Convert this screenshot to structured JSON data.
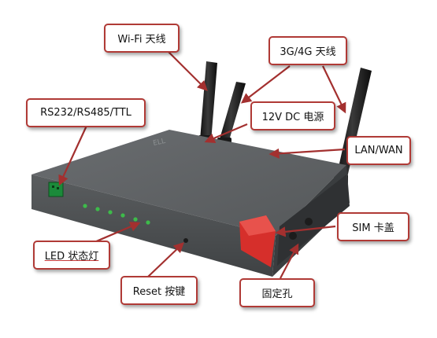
{
  "callouts": {
    "wifi": "Wi-Fi 天线",
    "cellular": "3G/4G 天线",
    "serial": "RS232/RS485/TTL",
    "power": "12V DC 电源",
    "lanwan": "LAN/WAN",
    "sim": "SIM 卡盖",
    "led": "LED 状态灯",
    "reset": "Reset 按键",
    "mount": "固定孔"
  },
  "device": {
    "brand_mark": "ELL",
    "led_count": 6
  },
  "colors": {
    "callout_border": "#b03a36",
    "arrow": "#a3302f",
    "device_body": "#4f5254",
    "sim_cover": "#d62f2b",
    "antenna": "#1c1c1c",
    "led_green": "#3dbb4a"
  }
}
